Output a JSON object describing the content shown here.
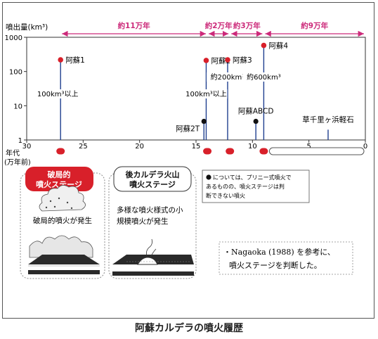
{
  "caption": "阿蘇カルデラの噴火履歴",
  "chart_data": {
    "type": "scatter",
    "y_label": "噴出量(km³)",
    "y_scale": "log",
    "y_ticks": [
      "1000",
      "100",
      "10",
      "1"
    ],
    "y_tick_values": [
      1000,
      100,
      10,
      1
    ],
    "ylim": [
      1,
      1000
    ],
    "x_ticks": [
      "30",
      "25",
      "20",
      "15",
      "10",
      "5",
      "0"
    ],
    "x_tick_values": [
      30,
      25,
      20,
      15,
      10,
      5,
      0
    ],
    "xlim": [
      30,
      0
    ],
    "x_label_line1": "年代",
    "x_label_line2": "(万年前)",
    "grid": false,
    "periods": [
      {
        "label": "約11万年",
        "from": 27,
        "to": 14
      },
      {
        "label": "約2万年",
        "from": 14,
        "to": 12
      },
      {
        "label": "約3万年",
        "from": 12,
        "to": 9
      },
      {
        "label": "約9万年",
        "from": 9,
        "to": 0
      }
    ],
    "events": [
      {
        "name": "阿蘇1",
        "x": 27,
        "y": 220,
        "stage": "caldera",
        "marker": "red"
      },
      {
        "name": "阿蘇2",
        "x": 14.1,
        "y": 210,
        "stage": "caldera",
        "marker": "red"
      },
      {
        "name": "阿蘇3",
        "x": 12.2,
        "y": 220,
        "stage": "caldera",
        "marker": "red"
      },
      {
        "name": "阿蘇4",
        "x": 9,
        "y": 580,
        "stage": "caldera",
        "marker": "red"
      },
      {
        "name": "阿蘇2T",
        "x": 14.3,
        "y": 3.5,
        "stage": "plinian",
        "marker": "black"
      },
      {
        "name": "阿蘇ABCD",
        "x": 9.7,
        "y": 3.5,
        "stage": "plinian",
        "marker": "black"
      },
      {
        "name": "草千里ヶ浜軽石",
        "x": 3.3,
        "y": 2,
        "stage": "post",
        "marker": "none"
      }
    ],
    "annotations": [
      {
        "text": "100km³以上",
        "x": 27
      },
      {
        "text": "約200km³",
        "x": 12.2
      },
      {
        "text": "100km³以上",
        "x": 14.1
      },
      {
        "text": "約600km³",
        "x": 9
      }
    ],
    "timeline": {
      "red_dots_at": [
        27,
        14,
        12,
        9
      ],
      "post_caldera_from": 9,
      "post_caldera_to": 0
    },
    "colors": {
      "period_arrow": "#cc2a7a",
      "stem": "#1f3f8f",
      "red_marker": "#d8202a",
      "black_marker": "#111111",
      "axis": "#333333"
    }
  },
  "legend": {
    "destructive_title_1": "破局的",
    "destructive_title_2": "噴火ステージ",
    "destructive_desc": "破局的噴火が発生",
    "post_title_1": "後カルデラ火山",
    "post_title_2": "噴火ステージ",
    "post_desc_1": "多様な噴火様式の小",
    "post_desc_2": "規模噴火が発生",
    "black_note_1": "については、プリニー式噴火で",
    "black_note_2": "あるものの、噴火ステージは判",
    "black_note_3": "断できない噴火",
    "ref_note_1": "・Nagaoka (1988) を参考に、",
    "ref_note_2": "噴火ステージを判断した。"
  }
}
